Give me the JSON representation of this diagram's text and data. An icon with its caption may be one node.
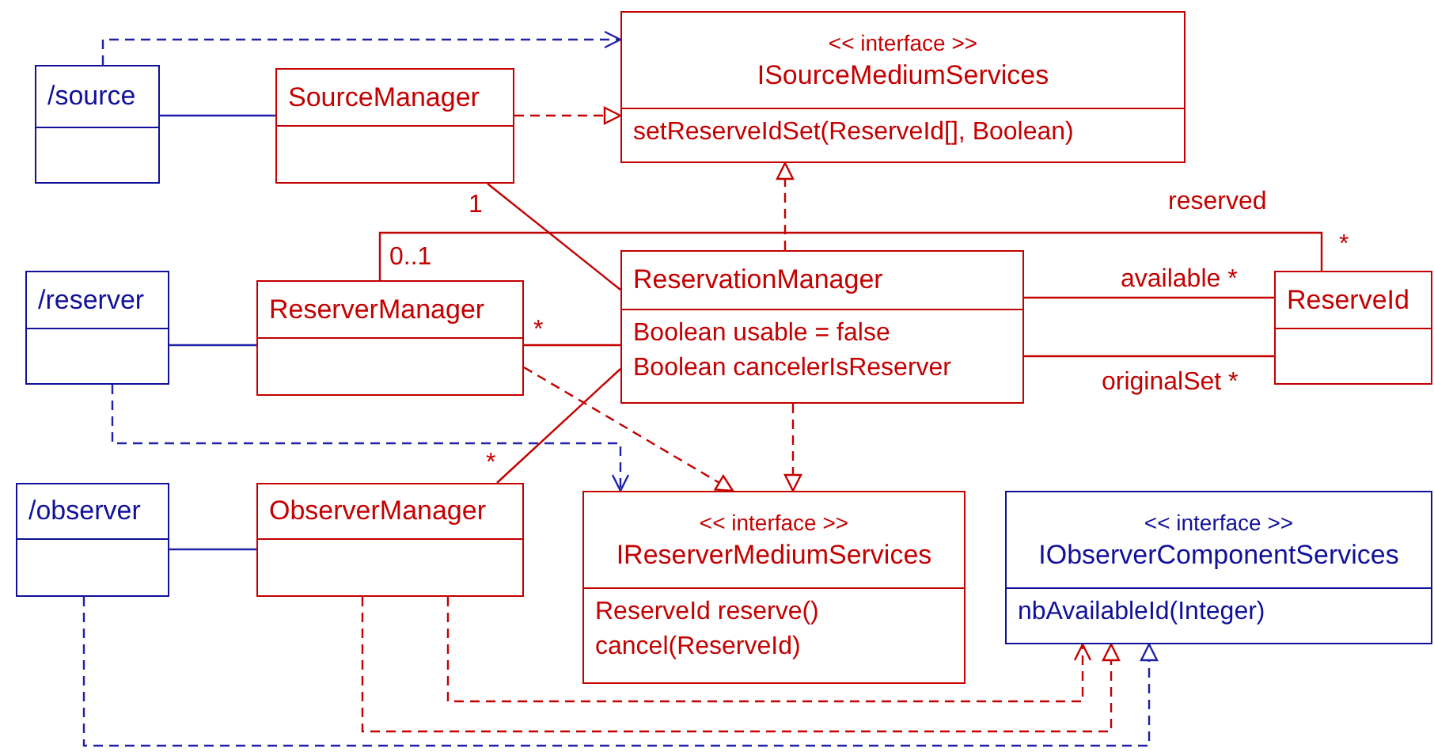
{
  "diagram": {
    "nodes": [
      {
        "text": [
          "/source"
        ]
      },
      {
        "text": [
          "SourceManager"
        ]
      },
      {
        "text": [
          "<< interface >>",
          "ISourceMediumServices",
          "setReserveIdSet(ReserveId[], Boolean)"
        ]
      },
      {
        "text": [
          "/reserver"
        ]
      },
      {
        "text": [
          "ReserverManager"
        ]
      },
      {
        "text": [
          "ReservationManager",
          "Boolean usable = false",
          "Boolean cancelerIsReserver"
        ]
      },
      {
        "text": [
          "ReserveId"
        ]
      },
      {
        "text": [
          "/observer"
        ]
      },
      {
        "text": [
          "ObserverManager"
        ]
      },
      {
        "text": [
          "<< interface >>",
          "IReserverMediumServices",
          "ReserveId reserve()",
          "cancel(ReserveId)"
        ]
      },
      {
        "text": [
          "<< interface >>",
          "IObserverComponentServices",
          "nbAvailableId(Integer)"
        ]
      }
    ],
    "edges": [
      {
        "from": 0,
        "to": 2,
        "arrow": "to",
        "style": "dashed",
        "color": "#2020a8"
      },
      {
        "from": 0,
        "to": 1,
        "arrow": "none",
        "color": "#2020a8"
      },
      {
        "from": 1,
        "to": 2,
        "arrow": "to",
        "style": "dashed"
      },
      {
        "from": 1,
        "to": 5,
        "arrow": "none"
      },
      {
        "from": 4,
        "to": 6,
        "arrow": "none"
      },
      {
        "from": 3,
        "to": 4,
        "arrow": "none",
        "color": "#2020a8"
      },
      {
        "from": 4,
        "to": 5,
        "arrow": "none"
      },
      {
        "from": 5,
        "to": 6,
        "arrow": "none"
      },
      {
        "from": 5,
        "to": 6,
        "arrow": "none"
      },
      {
        "from": 5,
        "to": 2,
        "arrow": "to",
        "style": "dashed"
      },
      {
        "from": 4,
        "to": 9,
        "arrow": "to",
        "style": "dashed"
      },
      {
        "from": 5,
        "to": 9,
        "arrow": "to",
        "style": "dashed"
      },
      {
        "from": 3,
        "to": 9,
        "arrow": "to",
        "style": "dashed",
        "color": "#2020a8"
      },
      {
        "from": 8,
        "to": 5,
        "arrow": "none"
      },
      {
        "from": 7,
        "to": 8,
        "arrow": "none",
        "color": "#2020a8"
      },
      {
        "from": 8,
        "to": 10,
        "arrow": "to",
        "style": "dashed"
      },
      {
        "from": 8,
        "to": 10,
        "arrow": "to",
        "style": "dashed"
      },
      {
        "from": 7,
        "to": 10,
        "arrow": "to",
        "style": "dashed",
        "color": "#2020a8"
      }
    ],
    "labels": [
      "reserved",
      "1",
      "*",
      "0..1",
      "available *",
      "*",
      "originalSet *",
      "*"
    ]
  }
}
